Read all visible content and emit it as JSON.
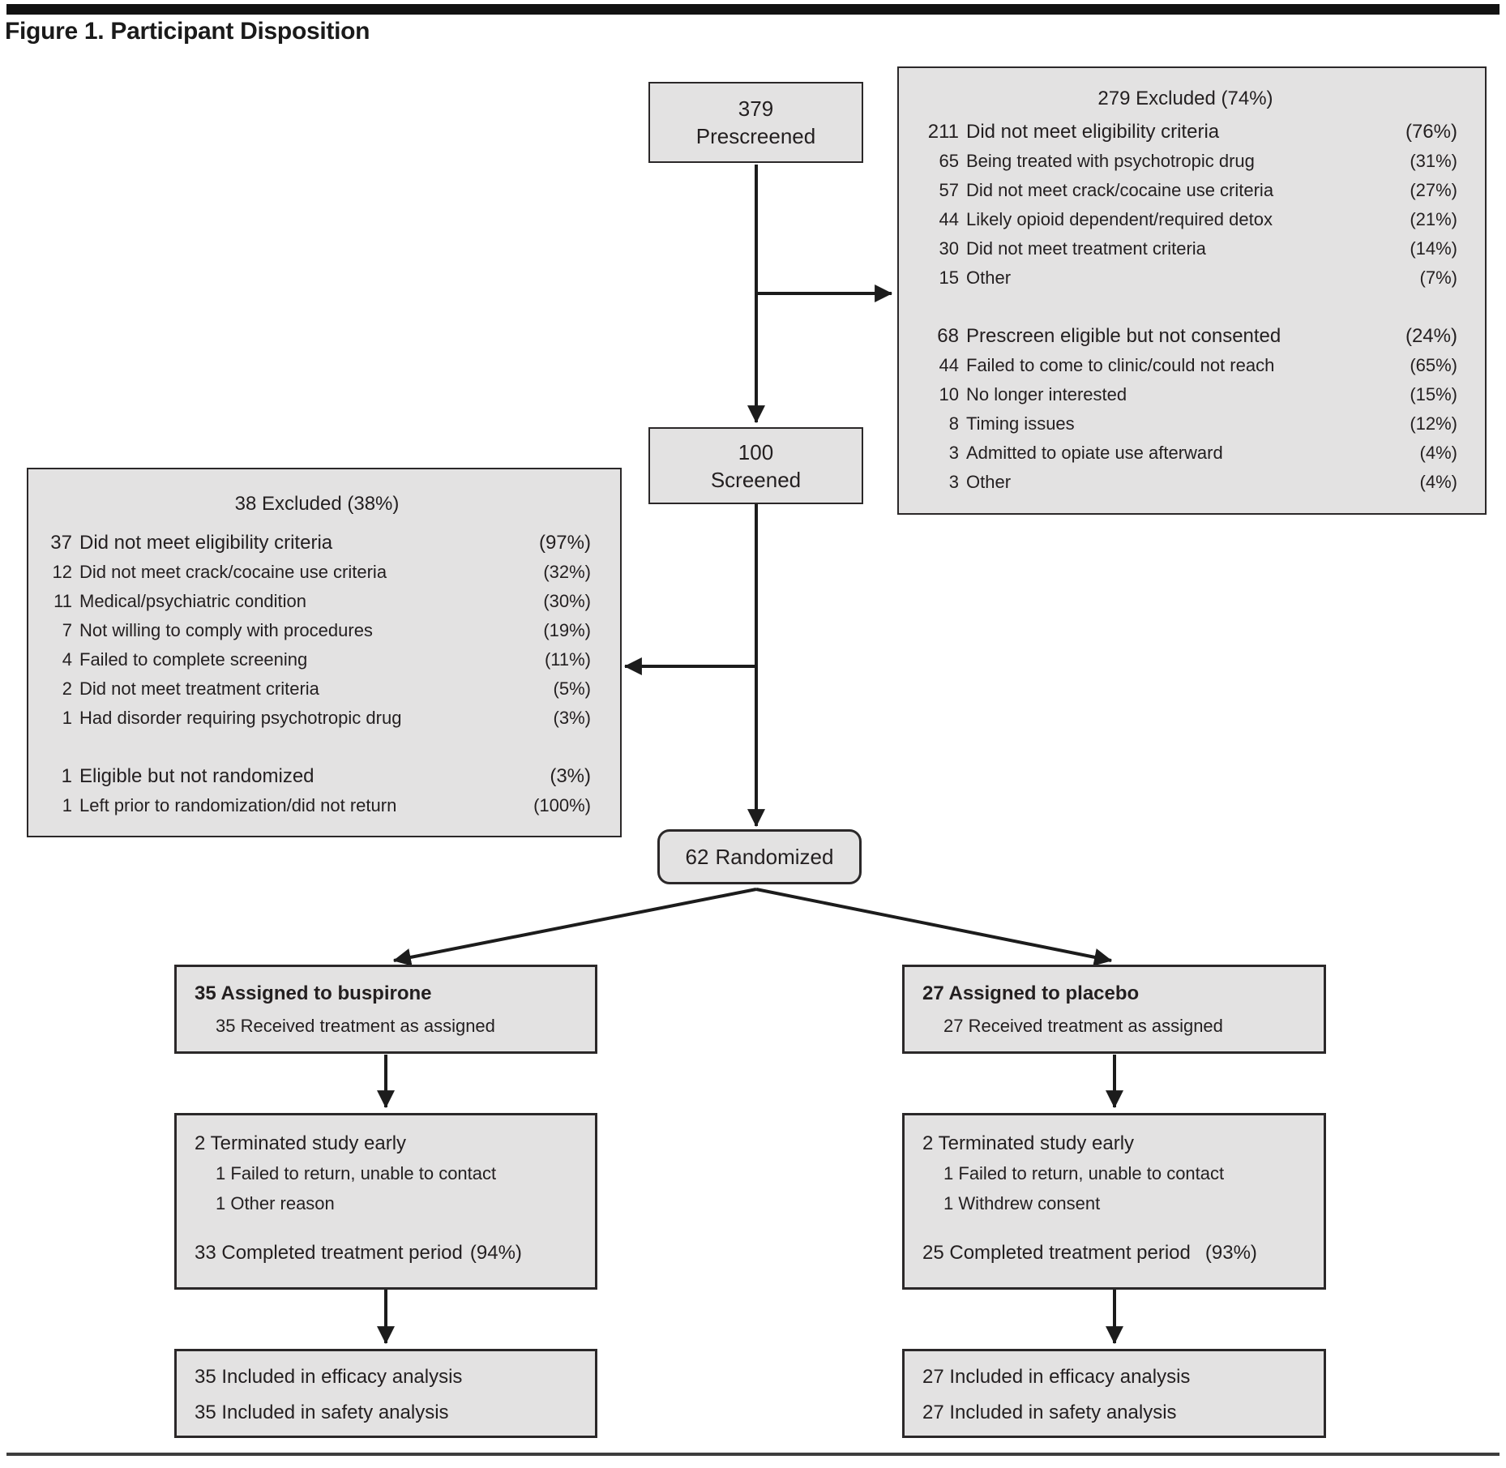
{
  "title": "Figure 1. Participant Disposition",
  "boxes": {
    "prescreened": {
      "value": "379",
      "label": "Prescreened"
    },
    "screened": {
      "value": "100",
      "label": "Screened"
    },
    "randomized": {
      "num": "62",
      "label": "Randomized"
    },
    "prescreen_excluded": {
      "header": "279 Excluded (74%)",
      "groups": [
        {
          "rows": [
            {
              "num": "211",
              "label": "Did not meet eligibility criteria",
              "pct": "(76%)"
            },
            {
              "num": "65",
              "label": "Being treated with psychotropic drug",
              "pct": "(31%)"
            },
            {
              "num": "57",
              "label": "Did not meet crack/cocaine use criteria",
              "pct": "(27%)"
            },
            {
              "num": "44",
              "label": "Likely opioid dependent/required detox",
              "pct": "(21%)"
            },
            {
              "num": "30",
              "label": "Did not meet treatment criteria",
              "pct": "(14%)"
            },
            {
              "num": "15",
              "label": "Other",
              "pct": "(7%)"
            }
          ]
        },
        {
          "rows": [
            {
              "num": "68",
              "label": "Prescreen eligible but not consented",
              "pct": "(24%)"
            },
            {
              "num": "44",
              "label": "Failed to come to clinic/could not reach",
              "pct": "(65%)"
            },
            {
              "num": "10",
              "label": "No longer interested",
              "pct": "(15%)"
            },
            {
              "num": "8",
              "label": "Timing issues",
              "pct": "(12%)"
            },
            {
              "num": "3",
              "label": "Admitted to opiate use afterward",
              "pct": "(4%)"
            },
            {
              "num": "3",
              "label": "Other",
              "pct": "(4%)"
            }
          ]
        }
      ]
    },
    "screen_excluded": {
      "header": "38 Excluded (38%)",
      "groups": [
        {
          "rows": [
            {
              "num": "37",
              "label": "Did not meet eligibility criteria",
              "pct": "(97%)"
            },
            {
              "num": "12",
              "label": "Did not meet crack/cocaine use criteria",
              "pct": "(32%)"
            },
            {
              "num": "11",
              "label": "Medical/psychiatric condition",
              "pct": "(30%)"
            },
            {
              "num": "7",
              "label": "Not willing to comply with procedures",
              "pct": "(19%)"
            },
            {
              "num": "4",
              "label": "Failed to complete screening",
              "pct": "(11%)"
            },
            {
              "num": "2",
              "label": "Did not meet treatment criteria",
              "pct": "(5%)"
            },
            {
              "num": "1",
              "label": "Had disorder requiring psychotropic drug",
              "pct": "(3%)"
            }
          ]
        },
        {
          "rows": [
            {
              "num": "1",
              "label": "Eligible but not randomized",
              "pct": "(3%)"
            },
            {
              "num": "1",
              "label": "Left prior to randomization/did not return",
              "pct": "(100%)"
            }
          ]
        }
      ]
    },
    "buspirone_arm": {
      "title_num": "35",
      "title": "Assigned to buspirone",
      "sub_num": "35",
      "sub": "Received treatment as assigned"
    },
    "placebo_arm": {
      "title_num": "27",
      "title": "Assigned to placebo",
      "sub_num": "27",
      "sub": "Received treatment as assigned"
    },
    "buspirone_term": {
      "rows": [
        {
          "num": "2",
          "label": "Terminated study early"
        },
        {
          "num": "1",
          "label": "Failed to return, unable to contact"
        },
        {
          "num": "1",
          "label": "Other reason"
        }
      ],
      "completed": {
        "num": "33",
        "label": "Completed treatment period",
        "pct": "(94%)"
      }
    },
    "placebo_term": {
      "rows": [
        {
          "num": "2",
          "label": "Terminated study early"
        },
        {
          "num": "1",
          "label": "Failed to return, unable to contact"
        },
        {
          "num": "1",
          "label": "Withdrew consent"
        }
      ],
      "completed": {
        "num": "25",
        "label": "Completed treatment period",
        "pct": "(93%)"
      }
    },
    "buspirone_analysis": {
      "rows": [
        {
          "num": "35",
          "label": "Included in efficacy analysis"
        },
        {
          "num": "35",
          "label": "Included in safety analysis"
        }
      ]
    },
    "placebo_analysis": {
      "rows": [
        {
          "num": "27",
          "label": "Included in efficacy analysis"
        },
        {
          "num": "27",
          "label": "Included in safety analysis"
        }
      ]
    }
  },
  "colors": {
    "box_fill": "#e3e2e2",
    "box_border": "#2b2829",
    "line": "#1c1c1c",
    "text": "#231f20"
  }
}
